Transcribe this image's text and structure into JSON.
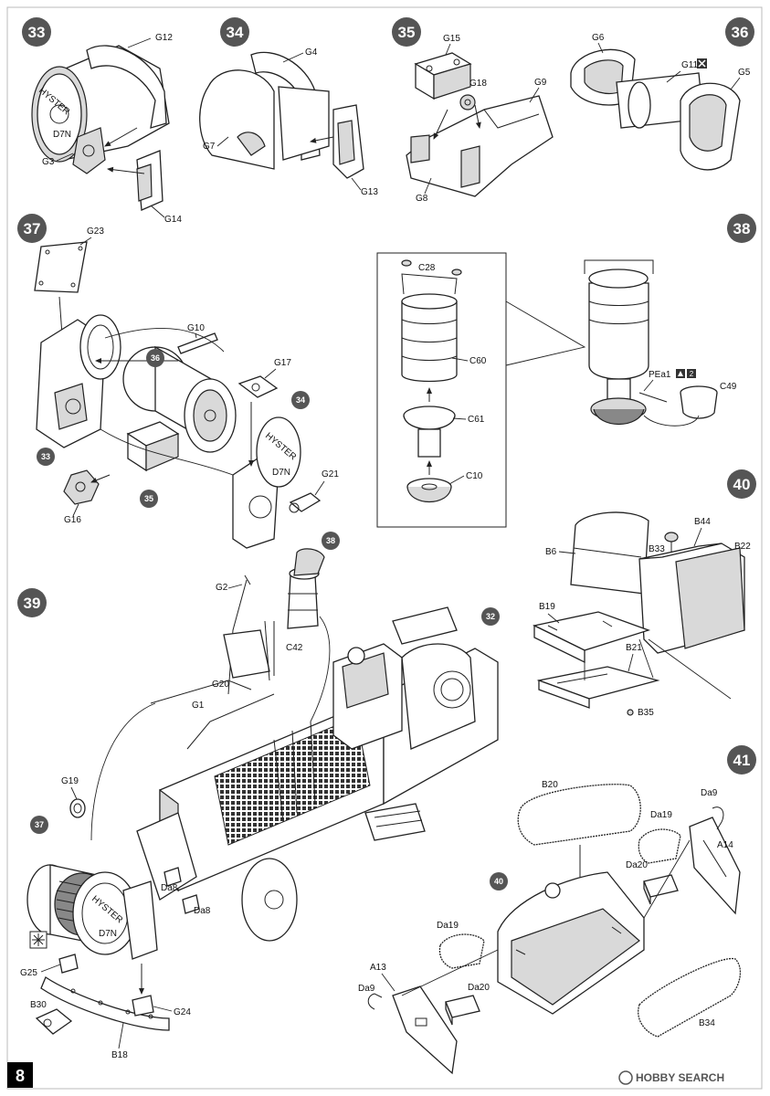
{
  "page_number": "8",
  "watermark": "HOBBY SEARCH",
  "steps": {
    "s33": {
      "number": "33",
      "parts": [
        "G12",
        "G3",
        "G14"
      ],
      "logo_top": "HYSTER",
      "logo_bottom": "D7N"
    },
    "s34": {
      "number": "34",
      "parts": [
        "G4",
        "G7",
        "G13"
      ]
    },
    "s35": {
      "number": "35",
      "parts": [
        "G15",
        "G18",
        "G9",
        "G8"
      ]
    },
    "s36": {
      "number": "36",
      "parts": [
        "G6",
        "G11",
        "G5"
      ]
    },
    "s37": {
      "number": "37",
      "parts": [
        "G23",
        "G10",
        "G17",
        "G21",
        "G16"
      ],
      "refs": [
        "36",
        "34",
        "33",
        "35"
      ],
      "logo_top": "HYSTER",
      "logo_bottom": "D7N"
    },
    "s38": {
      "number": "38",
      "parts": [
        "C28",
        "C60",
        "C61",
        "C10",
        "PEa1",
        "C49"
      ]
    },
    "s39": {
      "number": "39",
      "parts": [
        "G2",
        "C42",
        "G20",
        "G1",
        "G19",
        "Da8",
        "Da8",
        "G25",
        "B30",
        "G24",
        "B18"
      ],
      "refs": [
        "38",
        "32",
        "37"
      ],
      "logo_top": "HYSTER",
      "logo_bottom": "D7N"
    },
    "s40": {
      "number": "40",
      "parts": [
        "B44",
        "B33",
        "B22",
        "B6",
        "B19",
        "B21",
        "B35"
      ]
    },
    "s41": {
      "number": "41",
      "parts": [
        "B20",
        "Da9",
        "Da19",
        "A14",
        "Da20",
        "Da19",
        "Da20",
        "A13",
        "Da9",
        "B34"
      ],
      "refs": [
        "40"
      ]
    }
  }
}
